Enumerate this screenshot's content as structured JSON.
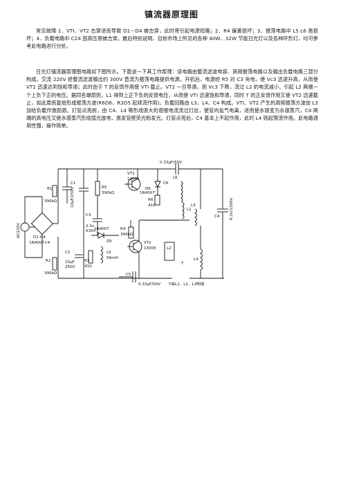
{
  "document": {
    "title": "镇流器原理图",
    "paragraphs": [
      "常见故障 1．VTI、VT2 击穿进而导致 D1－D4 被击穿，此时将引起电源短路；2．R4 偏置损坏；3．振荡电路中 L5 L6 易损坏；4．负载电路中 C24 因高压易被击穿。最后特别说明，目前市场上所见的各种 40W、32W 节能日光灯以及各种环形灯，均可参考此电路进行分析。",
      "日光灯镇流器原理图电路如下图所示。下面说一下其工作原理：该电路由整流滤波电容、高频振荡电路以及输出负载电路三部分构成。交流 220V 经整流滤波输出约 300V 直流为振荡电路提供电源。开机后，电源经 R5 对 C3 充电，使 Vc3 迅速升高，从而使 VT2 迅速达到饱和导通；此时由于 T 的反馈作用使 VTI 截止。VT2 一旦导通，则 Vc3 下降，流过 L2 的电流减小，引起 L2 两端一个上负下正的电压。据同名端原则，L1 得到上正下负的反馈电压，从而使 VTI 迅速饱和导通，同时 T 的正反馈作用又使 VT2 迅速截止，如此周而复始形成振荡方波(R6D6、R3D5 起续流作用)。负载回路由 L3、L4、C4 构成。VTI、VT2 产生的高频振荡方波由 L3 加给负载作激励源。灯管点亮前，由 C4、L4 等形成很大的谐振电流流过灯丝，使管内氢气电离，进而使水银变为水银蒸汽，C4 两端的高电压又使水银蒸汽形成弧光放电，激发管壁荧光粉发光。灯管点亮后，C4 基本上不起作用，此时 L4 则起限流作用。此电路通用性强，操作简单。"
    ]
  },
  "schematic": {
    "labels": {
      "ac": "AC220V",
      "r1": "R1",
      "r1v": "390kΩ",
      "c1": "C1",
      "c1v": "10μF/250V",
      "r5": "R5",
      "r5v": "390kΩ",
      "c3": "C3",
      "c3a": "2.2n",
      "c3b": "630V",
      "d14": "D1-D4",
      "d14v": "1N4007×4",
      "r2": "R2",
      "r2v": "390kΩ",
      "c2": "C2",
      "c2a": "10μF",
      "c2b": "250V",
      "r3": "R3",
      "r3v": "410",
      "d7": "1N4007",
      "d5": "D5",
      "l5": "L5",
      "l5v": "56mH",
      "c5": "C5",
      "c5v": "0.33μF/50V",
      "vt1": "VT1",
      "vt1v": "13005",
      "d6": "D6",
      "d6v": "1N4007",
      "r6": "R6",
      "r6v": "410",
      "c6": "C6",
      "r4": "R4",
      "r4v": "390kΩ",
      "vt2": "VT2",
      "vt2v": "13005",
      "ctop": "0.33μF/50V",
      "l1": "L1",
      "l2": "L2",
      "l3": "L3",
      "l4": "L4",
      "l6": "L6",
      "c4": "C4",
      "c4v": "8.2n/1200V",
      "t": "T",
      "note": "T由L1、L2、L3构成"
    }
  }
}
